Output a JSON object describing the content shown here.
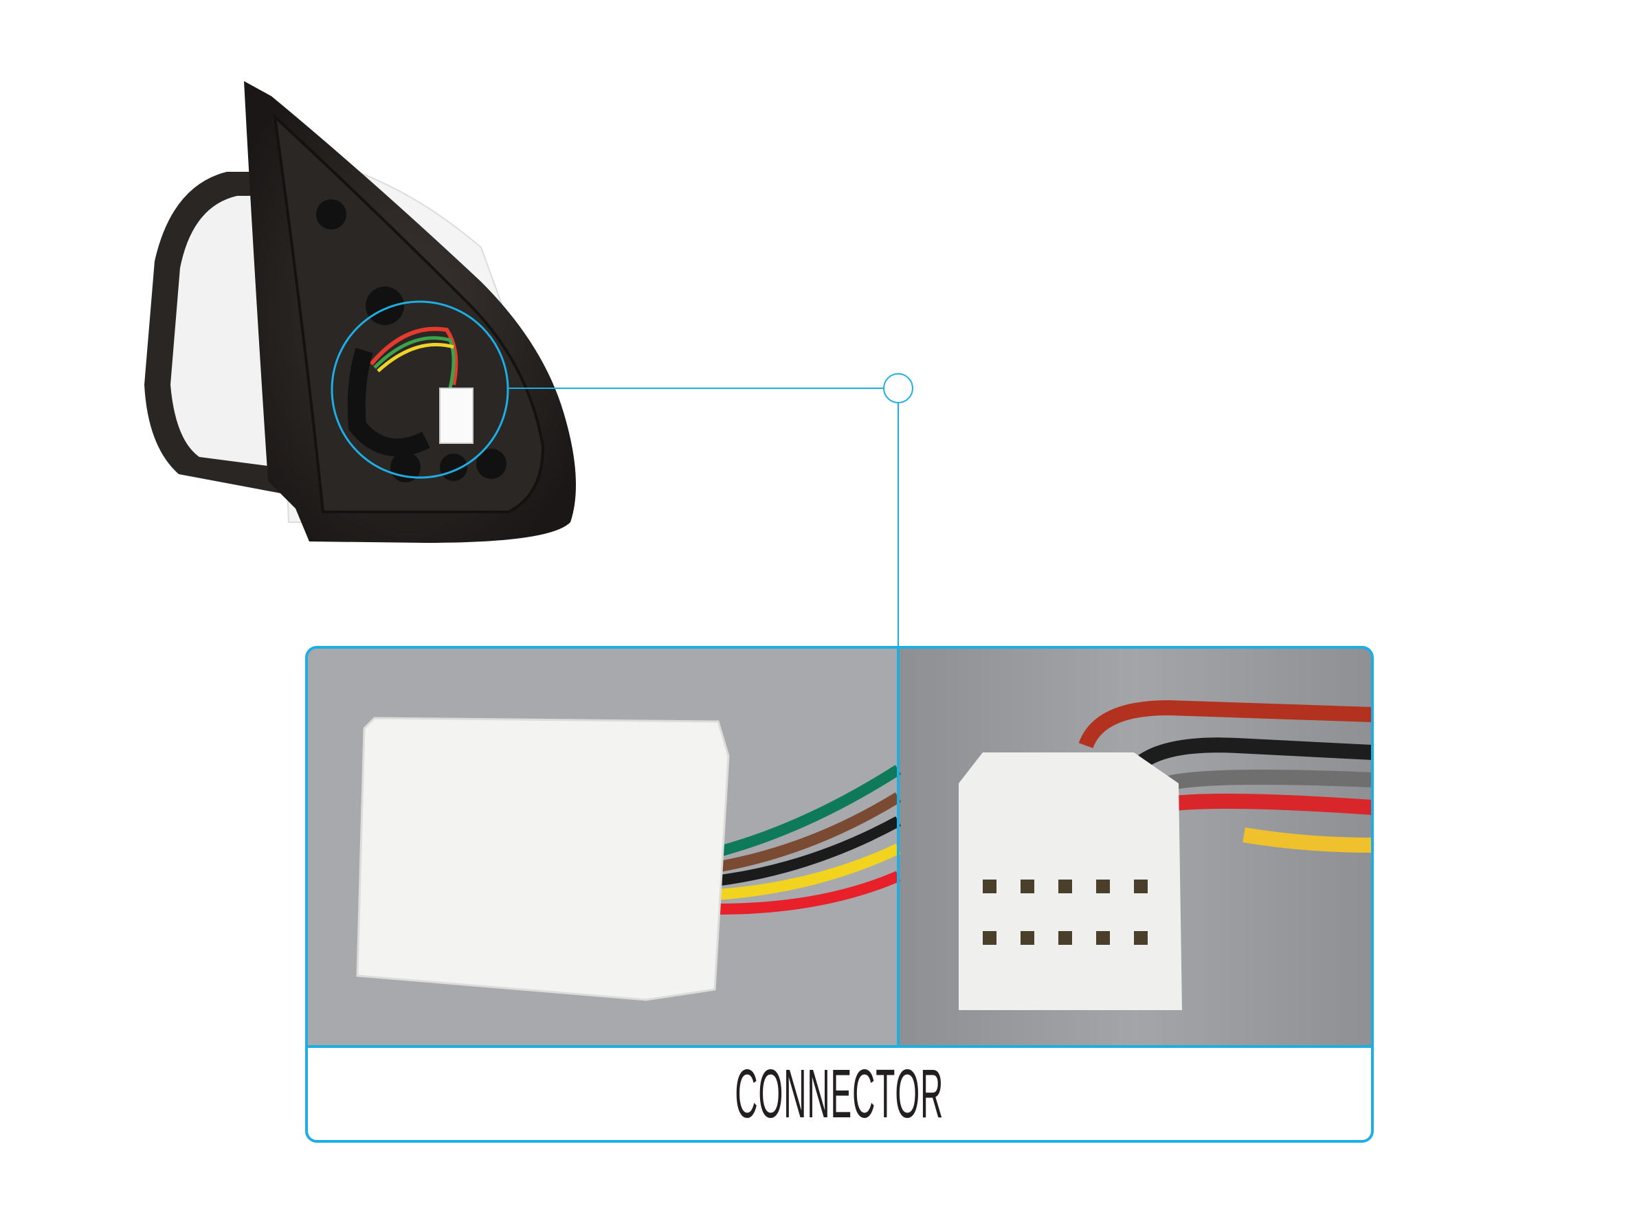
{
  "callout": {
    "label": "CONNECTOR",
    "accent_color": "#1eaee4"
  },
  "images": [
    {
      "name": "mirror-rear-view"
    },
    {
      "name": "connector-side-view"
    },
    {
      "name": "connector-front-view"
    }
  ]
}
